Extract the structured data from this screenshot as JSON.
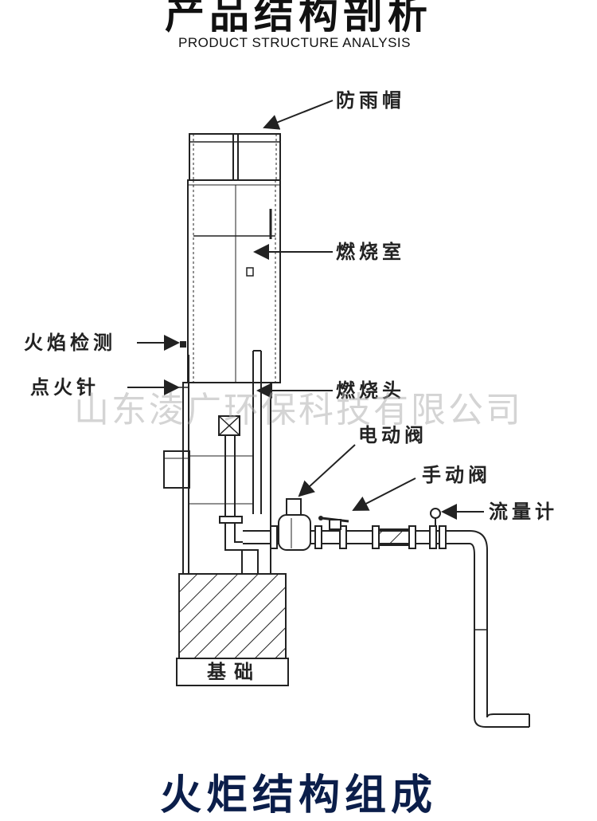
{
  "header": {
    "title_cn": "产品结构剖析",
    "title_en": "PRODUCT STRUCTURE ANALYSIS"
  },
  "labels": {
    "rain_cap": "防雨帽",
    "combustion_chamber": "燃烧室",
    "flame_detection": "火焰检测",
    "igniter": "点火针",
    "burner_head": "燃烧头",
    "electric_valve": "电动阀",
    "manual_valve": "手动阀",
    "flow_meter": "流量计",
    "foundation": "基础"
  },
  "watermark": "山东淩广环保科技有限公司",
  "footer": {
    "title": "火炬结构组成"
  },
  "colors": {
    "line": "#222222",
    "title_blue": "#0b1e4a",
    "watermark": "#aaaaaa"
  }
}
